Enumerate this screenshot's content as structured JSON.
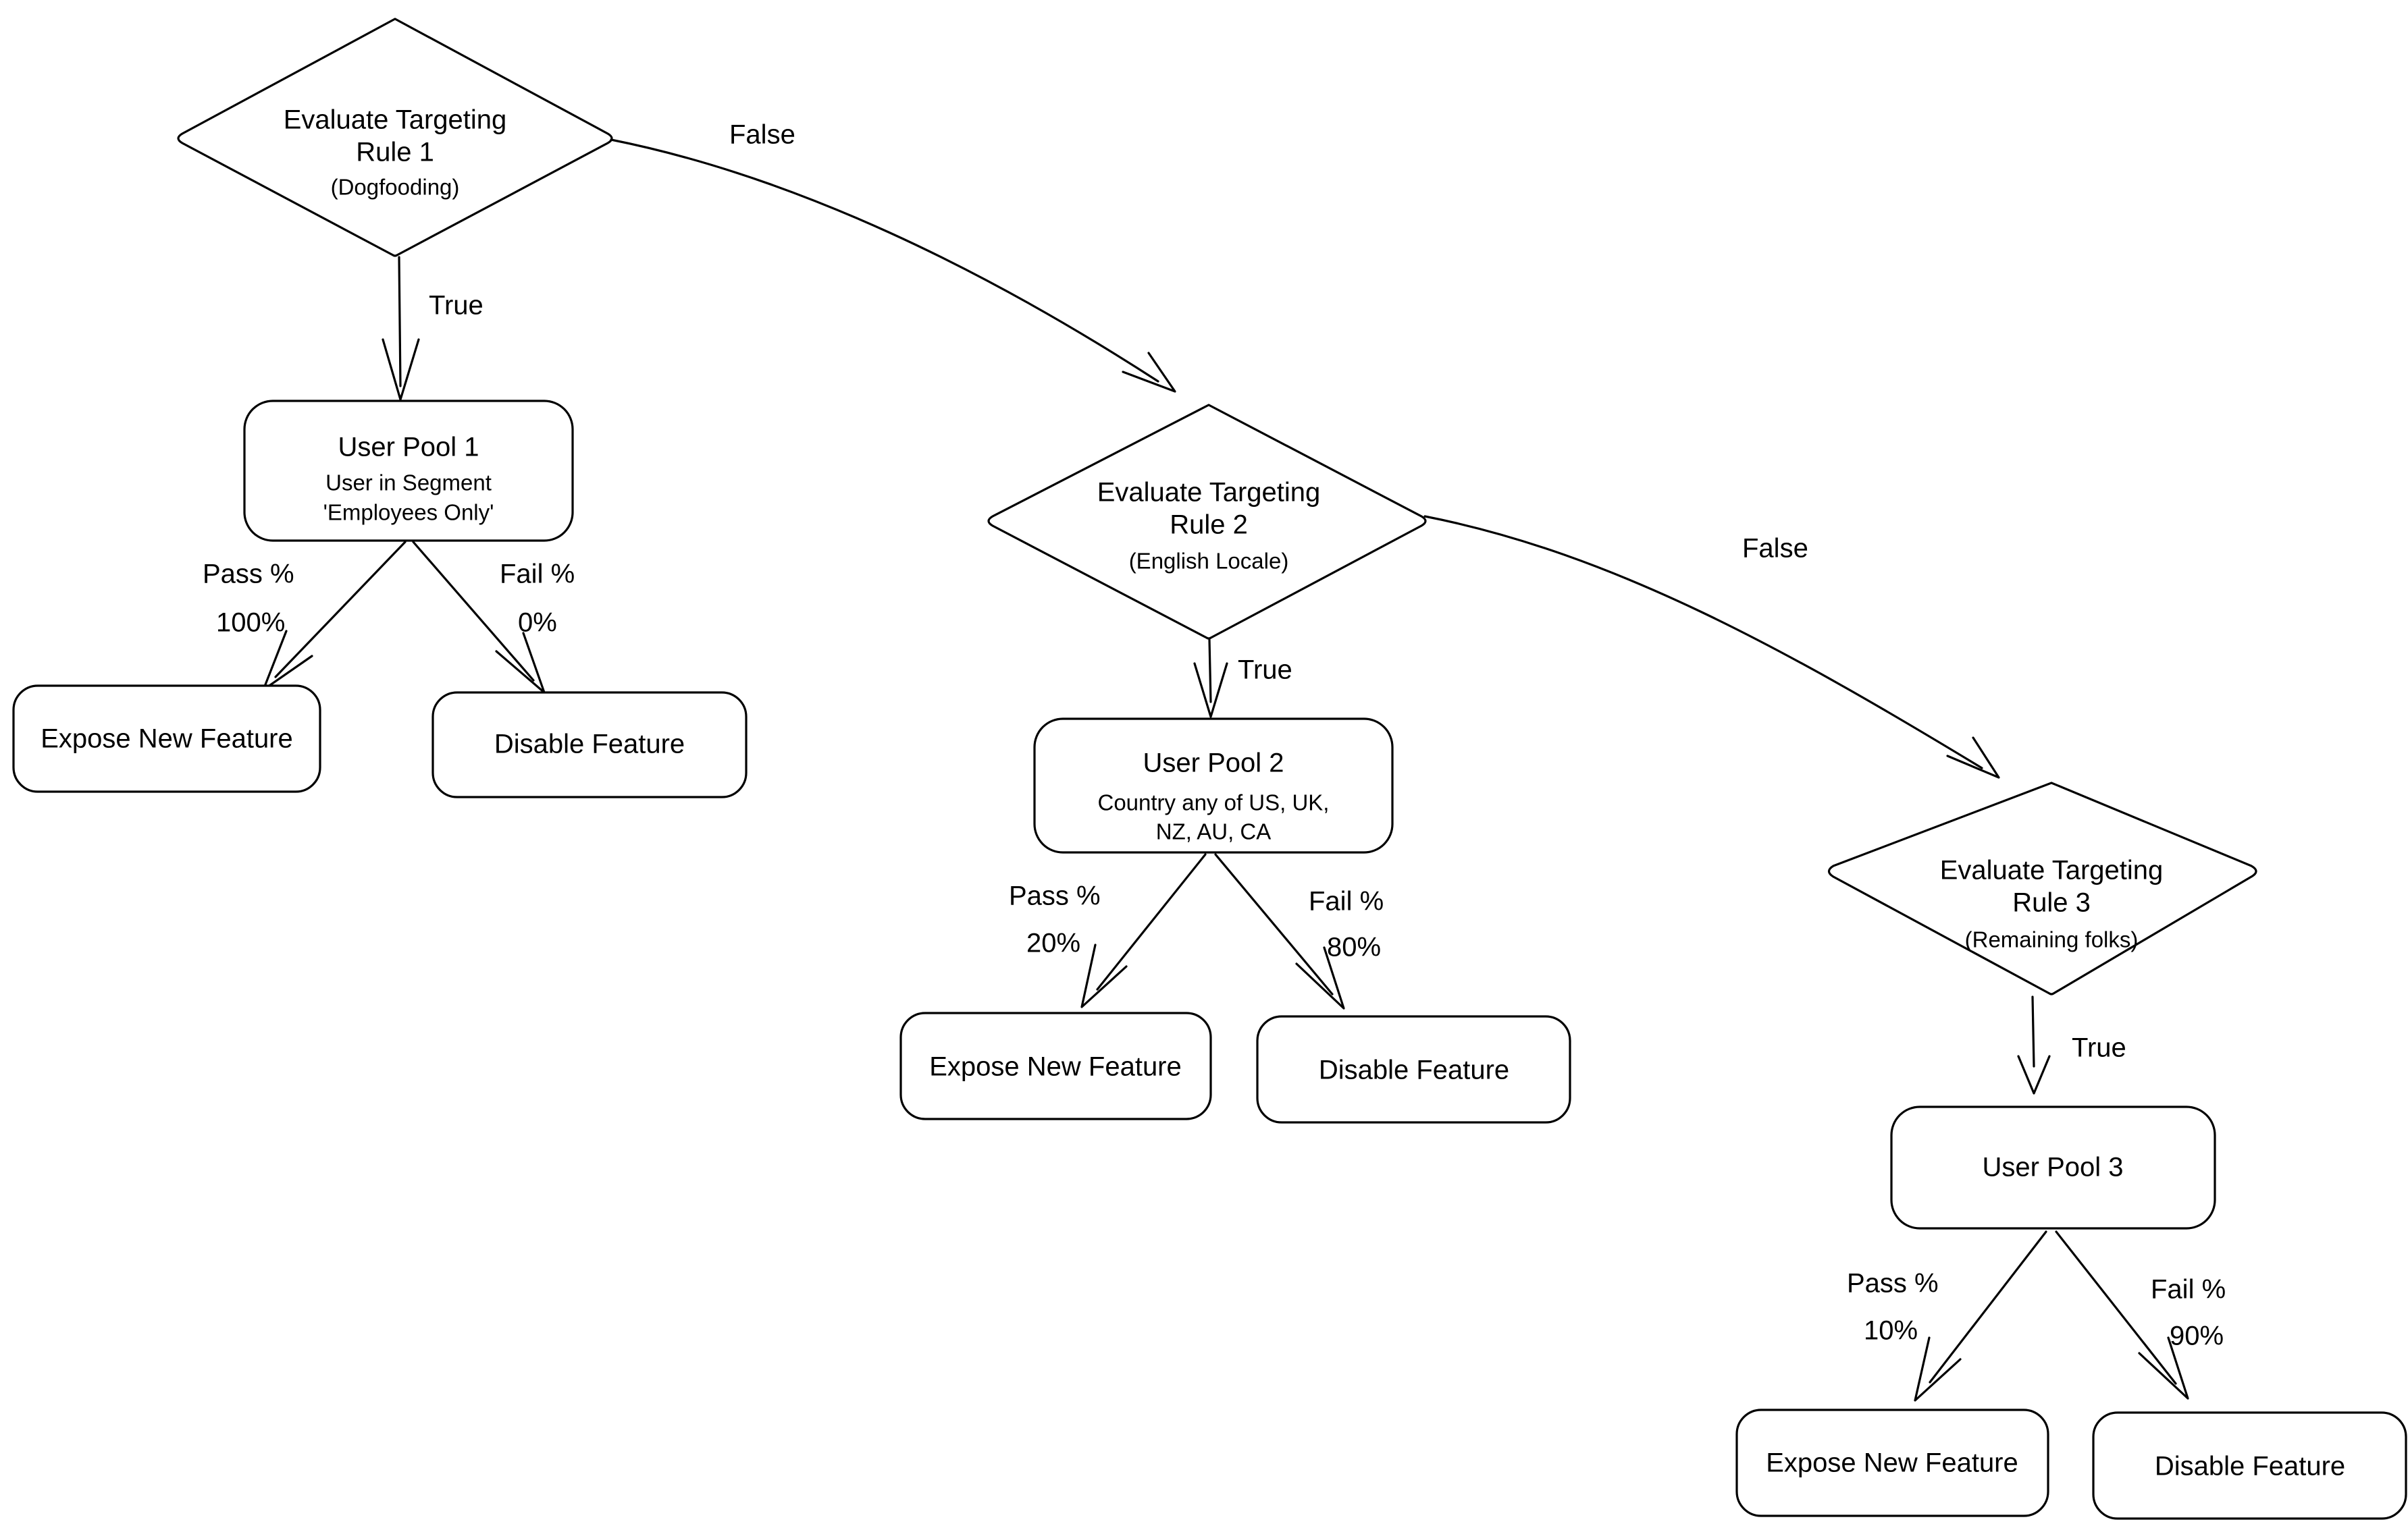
{
  "diagram": {
    "type": "flowchart",
    "title": "Feature flag targeting rule evaluation flow",
    "background_color": "#ffffff",
    "stroke_color": "#000000"
  },
  "nodes": {
    "rule1": {
      "title_line1": "Evaluate Targeting",
      "title_line2": "Rule 1",
      "subtitle": "(Dogfooding)",
      "shape": "diamond"
    },
    "pool1": {
      "title": "User Pool 1",
      "sub_line1": "User in Segment",
      "sub_line2": "'Employees Only'",
      "shape": "rounded-rect"
    },
    "pool1_expose": {
      "label": "Expose New Feature",
      "shape": "rounded-rect"
    },
    "pool1_disable": {
      "label": "Disable Feature",
      "shape": "rounded-rect"
    },
    "rule2": {
      "title_line1": "Evaluate Targeting",
      "title_line2": "Rule 2",
      "subtitle": "(English Locale)",
      "shape": "diamond"
    },
    "pool2": {
      "title": "User Pool 2",
      "sub_line1": "Country any of US, UK,",
      "sub_line2": "NZ, AU, CA",
      "shape": "rounded-rect"
    },
    "pool2_expose": {
      "label": "Expose New Feature",
      "shape": "rounded-rect"
    },
    "pool2_disable": {
      "label": "Disable Feature",
      "shape": "rounded-rect"
    },
    "rule3": {
      "title_line1": "Evaluate Targeting",
      "title_line2": "Rule 3",
      "subtitle": "(Remaining folks)",
      "shape": "diamond"
    },
    "pool3": {
      "title": "User Pool 3",
      "shape": "rounded-rect"
    },
    "pool3_expose": {
      "label": "Expose New Feature",
      "shape": "rounded-rect"
    },
    "pool3_disable": {
      "label": "Disable Feature",
      "shape": "rounded-rect"
    }
  },
  "edges": {
    "rule1_false": {
      "label": "False"
    },
    "rule1_true": {
      "label": "True"
    },
    "pool1_pass": {
      "label": "Pass %",
      "value": "100%"
    },
    "pool1_fail": {
      "label": "Fail %",
      "value": "0%"
    },
    "rule2_false": {
      "label": "False"
    },
    "rule2_true": {
      "label": "True"
    },
    "pool2_pass": {
      "label": "Pass %",
      "value": "20%"
    },
    "pool2_fail": {
      "label": "Fail %",
      "value": "80%"
    },
    "rule3_true": {
      "label": "True"
    },
    "pool3_pass": {
      "label": "Pass %",
      "value": "10%"
    },
    "pool3_fail": {
      "label": "Fail %",
      "value": "90%"
    }
  }
}
